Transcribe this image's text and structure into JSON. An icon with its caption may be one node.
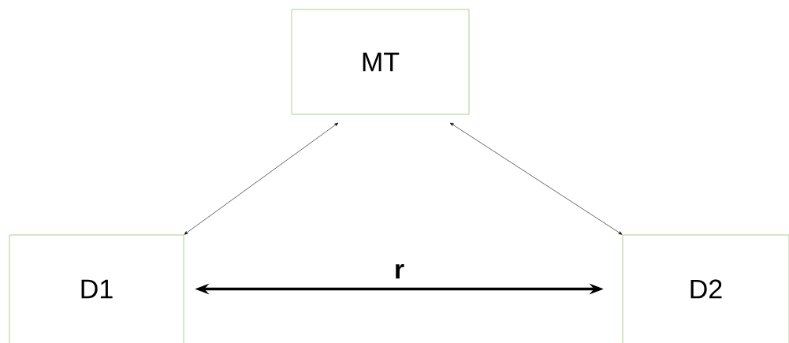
{
  "diagram": {
    "nodes": [
      {
        "text": [
          "MT"
        ]
      },
      {
        "text": [
          "D1"
        ]
      },
      {
        "text": [
          "D2"
        ]
      }
    ],
    "edges": [
      {
        "from": 0,
        "to": 1,
        "arrow": "both"
      },
      {
        "from": 0,
        "to": 2,
        "arrow": "both"
      },
      {
        "from": 1,
        "to": 2,
        "arrow": "both",
        "label": "r",
        "style": "thick"
      }
    ]
  }
}
